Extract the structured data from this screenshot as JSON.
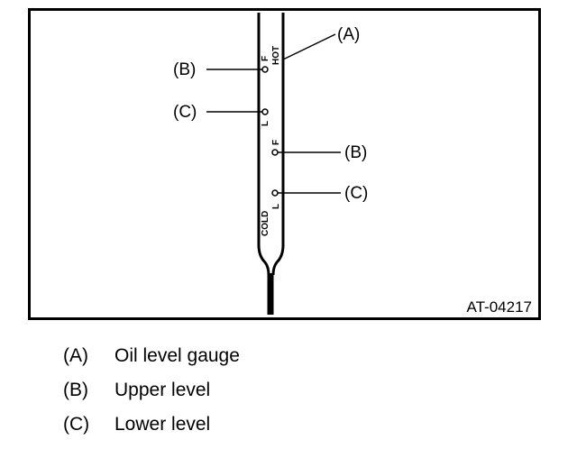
{
  "figure": {
    "code": "AT-04217",
    "callouts": {
      "a": "(A)",
      "b": "(B)",
      "c": "(C)"
    },
    "marks": {
      "hot": "HOT",
      "cold": "COLD",
      "full": "F",
      "low": "L"
    }
  },
  "legend": [
    {
      "key": "(A)",
      "text": "Oil level gauge"
    },
    {
      "key": "(B)",
      "text": "Upper level"
    },
    {
      "key": "(C)",
      "text": "Lower level"
    }
  ]
}
